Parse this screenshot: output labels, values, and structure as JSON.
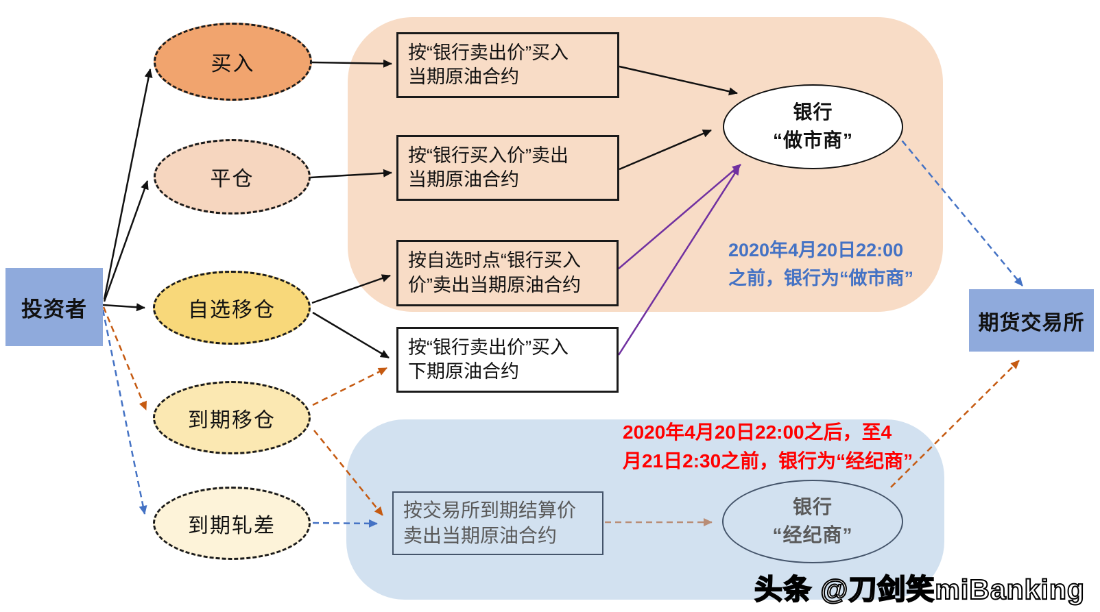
{
  "investor_label": "投资者",
  "exchange_label": "期货交易所",
  "action_nodes": {
    "buy": "买入",
    "close_position": "平仓",
    "self_rollover": "自选移仓",
    "expiry_rollover": "到期移仓",
    "expiry_netting": "到期轧差"
  },
  "process_boxes": {
    "buy_current": "按“银行卖出价”买入\n当期原油合约",
    "sell_current": "按“银行买入价”卖出\n当期原油合约",
    "self_sell_current": "按自选时点“银行买入\n价”卖出当期原油合约",
    "buy_next": "按“银行卖出价”买入\n下期原油合约",
    "settle_sell_current": "按交易所到期结算价\n卖出当期原油合约"
  },
  "bank_nodes": {
    "market_maker": "银行\n“做市商”",
    "broker": "银行\n“经纪商”"
  },
  "annotations": {
    "market_maker_note": "2020年4月20日22:00\n之前，银行为“做市商”",
    "broker_note": "2020年4月20日22:00之后，至4\n月21日2:30之前，银行为“经纪商”"
  },
  "watermark": "头条 @刀剑笑miBanking",
  "colors": {
    "node_blue": "#8FAADC",
    "buy_fill": "#F1A46E",
    "close_fill": "#F6D6BF",
    "self_rollover_fill": "#F8D87A",
    "expiry_rollover_fill": "#FBE8B2",
    "expiry_netting_fill": "#FDF3D9",
    "market_maker_panel": "#F8DCC6",
    "broker_panel": "#D2E1F0",
    "blue_accent": "#4472C4",
    "red_accent": "#FF0000",
    "purple_arrow": "#7030A0",
    "orange_arrow": "#C55A11",
    "tan_arrow": "#B98D76",
    "slate_border": "#44546A",
    "gray_text": "#595959"
  }
}
